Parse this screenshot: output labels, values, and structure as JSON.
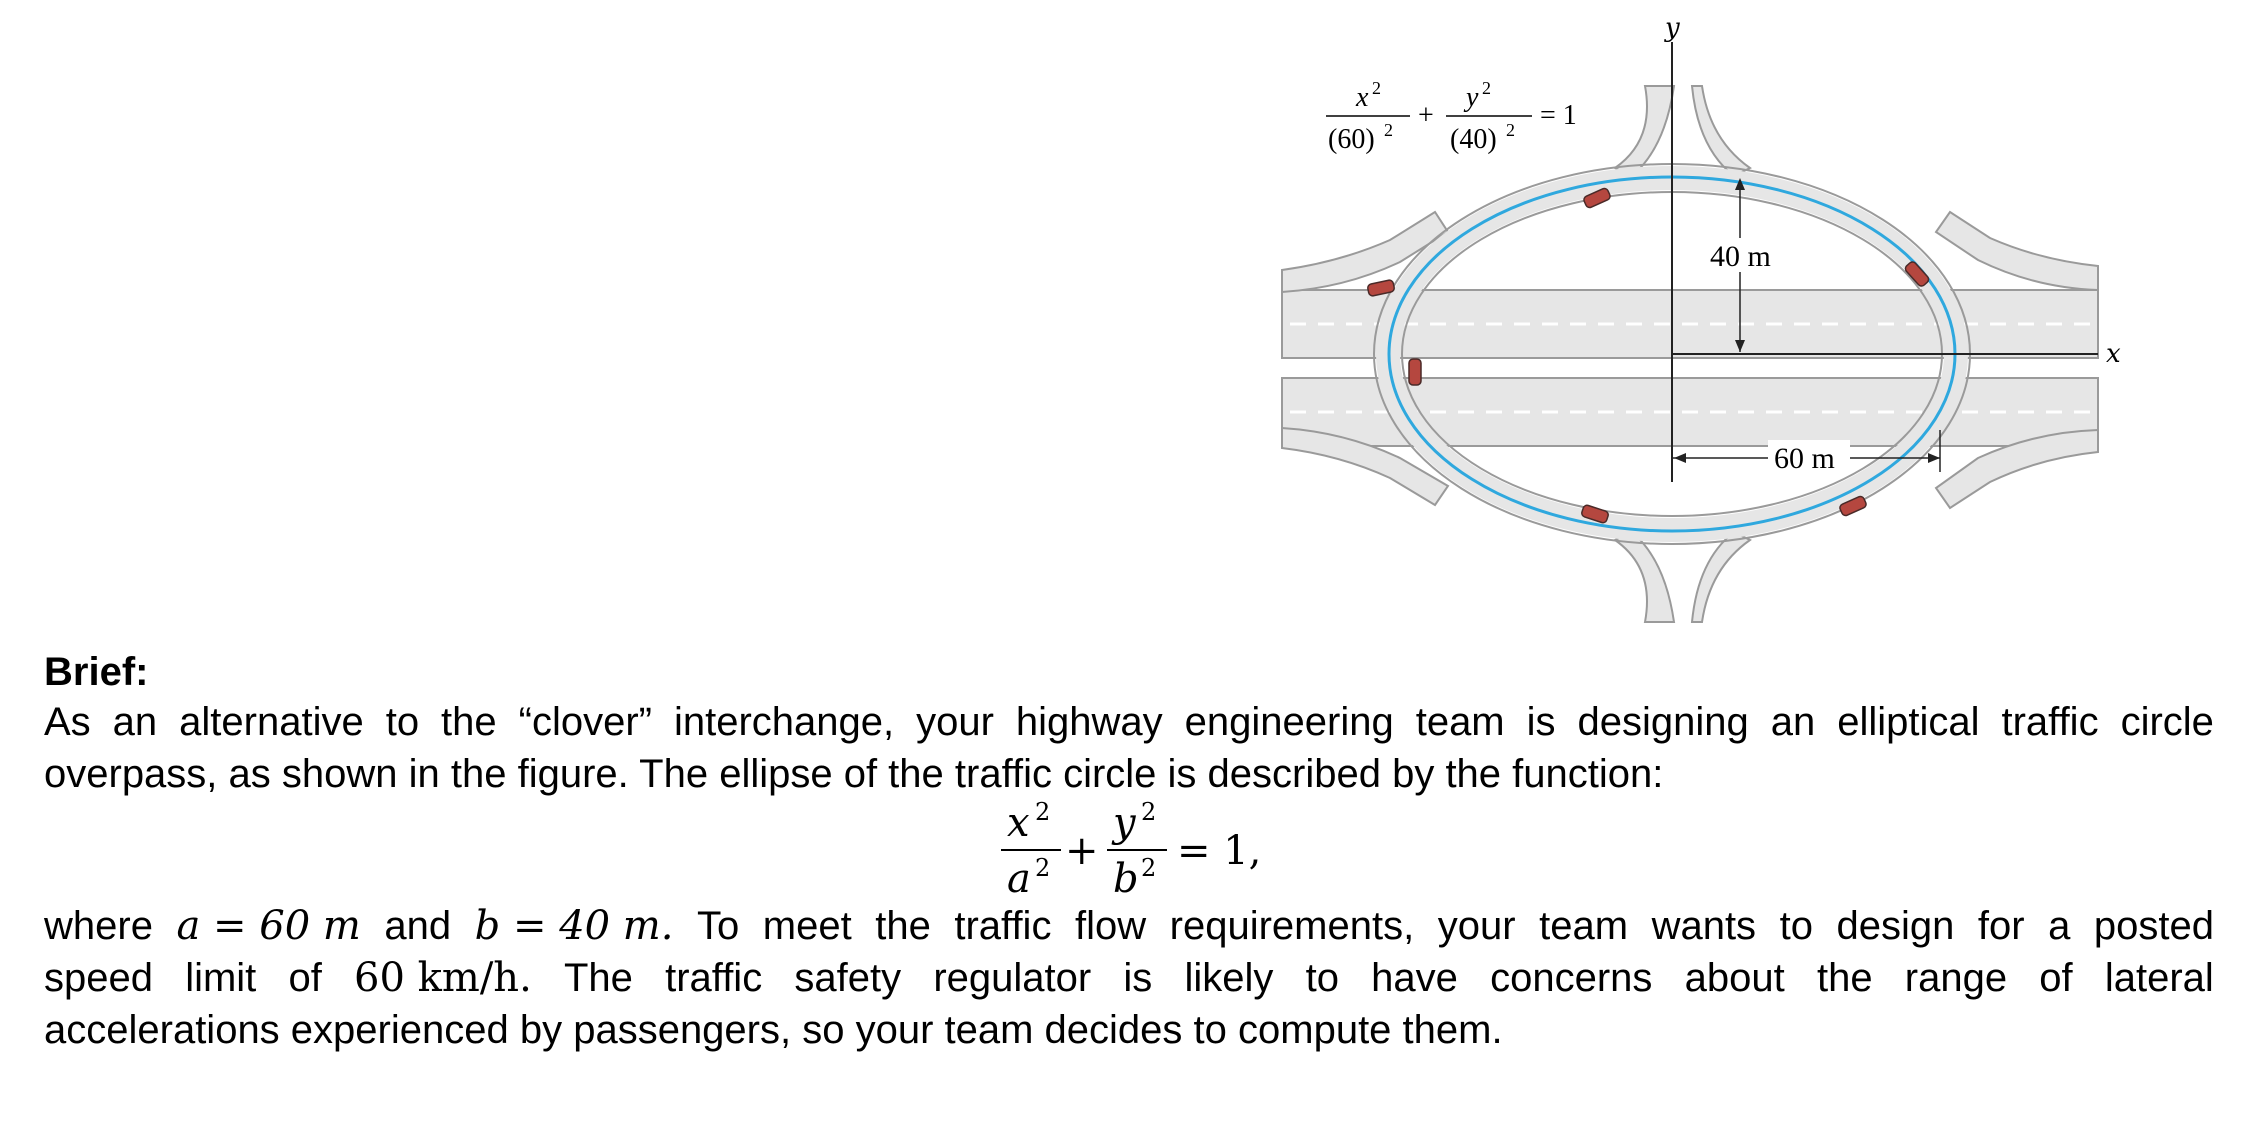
{
  "figure": {
    "axis_y_label": "y",
    "axis_x_label": "x",
    "eq_num_1": "x",
    "eq_num_1_exp": "2",
    "eq_den_1": "(60)",
    "eq_den_1_exp": "2",
    "eq_plus": "+",
    "eq_num_2": "y",
    "eq_num_2_exp": "2",
    "eq_den_2": "(40)",
    "eq_den_2_exp": "2",
    "eq_rhs": "= 1",
    "dim_vertical": "40 m",
    "dim_horizontal": "60 m",
    "colors": {
      "road": "#e6e6e6",
      "road_edge": "#9a9a9a",
      "ellipse_line": "#2fa8de",
      "car": "#b5473f"
    }
  },
  "brief": {
    "heading": "Brief:",
    "line1_words": [
      "As",
      "an",
      "alternative",
      "to",
      "the",
      "“clover”",
      "interchange,",
      "your",
      "highway",
      "engineering",
      "team",
      "is",
      "designing",
      "an",
      "elliptical",
      "traffic",
      "circle"
    ],
    "line2": "overpass, as shown in the figure. The ellipse of the traffic circle is described by the function:",
    "equation": {
      "num1": "x",
      "num1_exp": "2",
      "den1": "a",
      "den1_exp": "2",
      "plus": "+",
      "num2": "y",
      "num2_exp": "2",
      "den2": "b",
      "den2_exp": "2",
      "rhs": "= 1,"
    },
    "line3": {
      "w_where": "where",
      "a_expr": "a = 60 m",
      "w_and": "and",
      "b_expr": "b = 40 m.",
      "rest": [
        "To",
        "meet",
        "the",
        "traffic",
        "flow",
        "requirements,",
        "your",
        "team",
        "wants",
        "to",
        "design",
        "for",
        "a",
        "posted"
      ]
    },
    "line4": {
      "pre": [
        "speed",
        "limit",
        "of"
      ],
      "speed": "60 km/h.",
      "post": [
        "The",
        "traffic",
        "safety",
        "regulator",
        "is",
        "likely",
        "to",
        "have",
        "concerns",
        "about",
        "the",
        "range",
        "of",
        "lateral"
      ]
    },
    "line5": "accelerations experienced by passengers, so your team decides to compute them."
  }
}
